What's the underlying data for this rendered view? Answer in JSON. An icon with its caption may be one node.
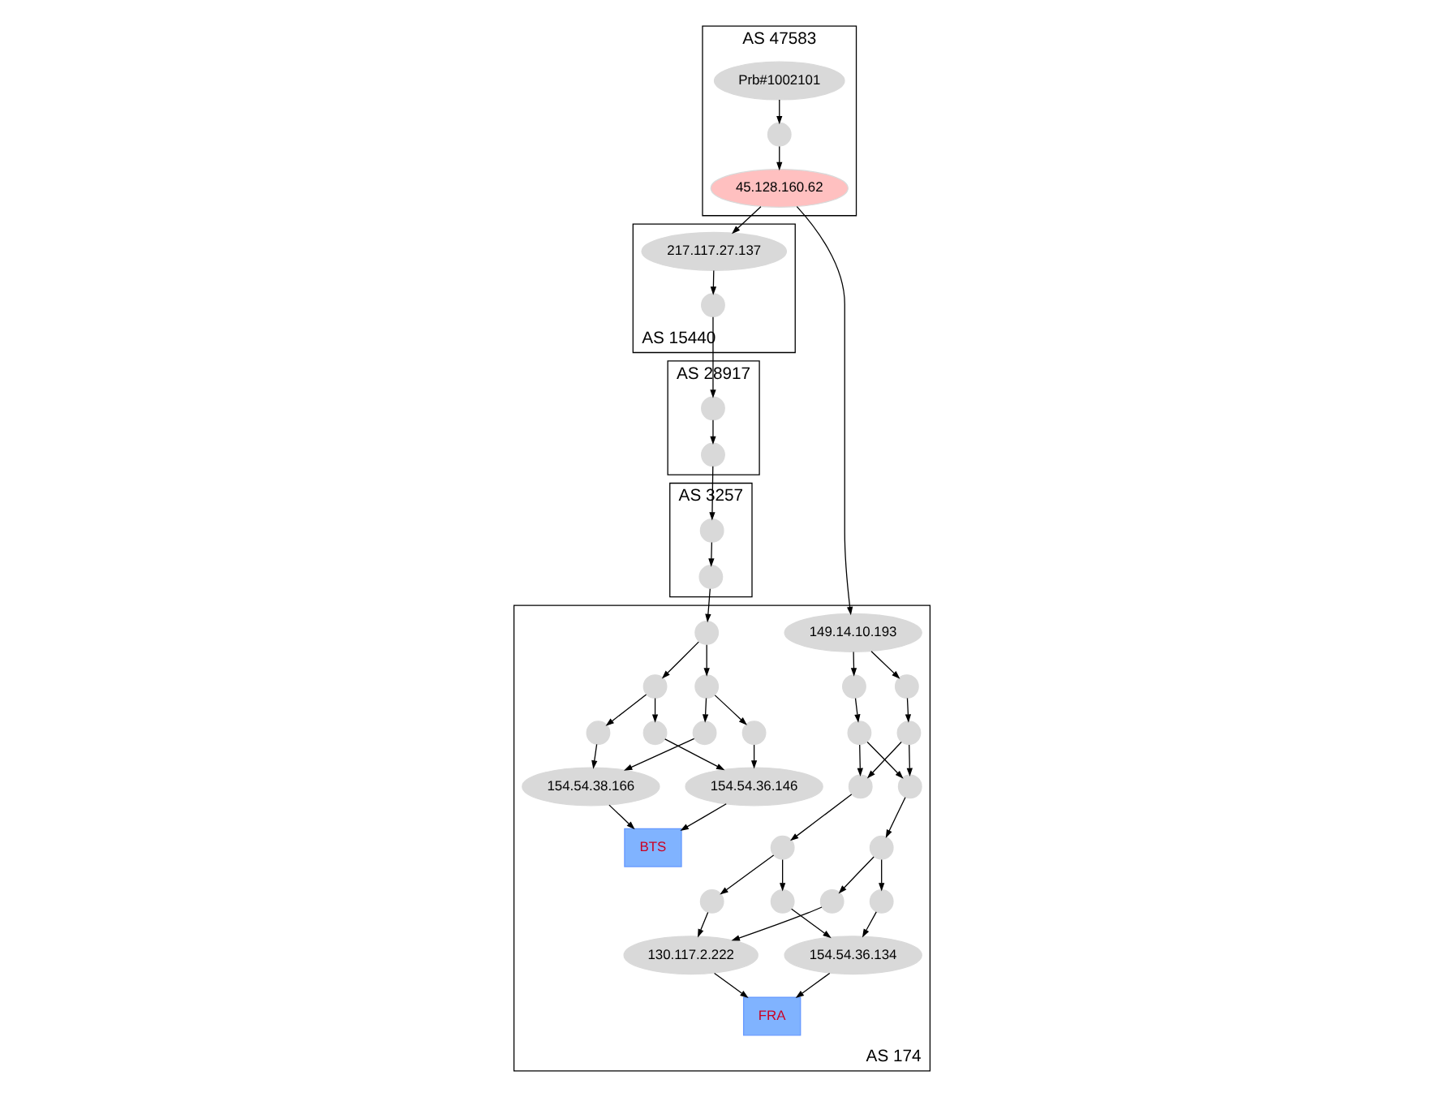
{
  "diagram": {
    "nodes": [
      {
        "text": [
          "AS 47583"
        ]
      },
      {
        "text": [
          "Prb#1002101"
        ],
        "in": 0
      },
      {
        "text": [],
        "shape": "circle",
        "in": 0
      },
      {
        "text": [
          "45.128.160.62"
        ],
        "in": 0
      },
      {
        "text": [
          "AS 15440"
        ]
      },
      {
        "text": [
          "217.117.27.137"
        ],
        "in": 4
      },
      {
        "text": [],
        "shape": "circle",
        "in": 4
      },
      {
        "text": [
          "AS 28917"
        ]
      },
      {
        "text": [],
        "shape": "circle",
        "in": 7
      },
      {
        "text": [],
        "shape": "circle",
        "in": 7
      },
      {
        "text": [
          "AS 3257"
        ]
      },
      {
        "text": [],
        "shape": "circle",
        "in": 10
      },
      {
        "text": [],
        "shape": "circle",
        "in": 10
      },
      {
        "text": [
          "AS 174"
        ]
      },
      {
        "text": [
          "149.14.10.193"
        ],
        "in": 13
      },
      {
        "text": [],
        "shape": "circle",
        "in": 13
      },
      {
        "text": [],
        "shape": "circle",
        "in": 13
      },
      {
        "text": [],
        "shape": "circle",
        "in": 13
      },
      {
        "text": [],
        "shape": "circle",
        "in": 13
      },
      {
        "text": [],
        "shape": "circle",
        "in": 13
      },
      {
        "text": [],
        "shape": "circle",
        "in": 13
      },
      {
        "text": [],
        "shape": "circle",
        "in": 13
      },
      {
        "text": [],
        "shape": "circle",
        "in": 13
      },
      {
        "text": [],
        "shape": "circle",
        "in": 13
      },
      {
        "text": [],
        "shape": "circle",
        "in": 13
      },
      {
        "text": [],
        "shape": "circle",
        "in": 13
      },
      {
        "text": [],
        "shape": "circle",
        "in": 13
      },
      {
        "text": [
          "130.117.2.222"
        ],
        "in": 13
      },
      {
        "text": [
          "154.54.36.134"
        ],
        "in": 13
      },
      {
        "text": [
          "FRA"
        ],
        "in": 13
      },
      {
        "text": [],
        "shape": "circle",
        "in": 13
      },
      {
        "text": [],
        "shape": "circle",
        "in": 13
      },
      {
        "text": [],
        "shape": "circle",
        "in": 13
      },
      {
        "text": [],
        "shape": "circle",
        "in": 13
      },
      {
        "text": [],
        "shape": "circle",
        "in": 13
      },
      {
        "text": [],
        "shape": "circle",
        "in": 13
      },
      {
        "text": [],
        "shape": "circle",
        "in": 13
      },
      {
        "text": [
          "154.54.38.166"
        ],
        "in": 13
      },
      {
        "text": [
          "154.54.36.146"
        ],
        "in": 13
      },
      {
        "text": [
          "BTS"
        ],
        "in": 13
      }
    ],
    "edges": [
      {
        "from": 1,
        "to": 2,
        "arrow": "to"
      },
      {
        "from": 2,
        "to": 3,
        "arrow": "to"
      },
      {
        "from": 3,
        "to": 5,
        "arrow": "to"
      },
      {
        "from": 3,
        "to": 14,
        "arrow": "to"
      },
      {
        "from": 5,
        "to": 6,
        "arrow": "to"
      },
      {
        "from": 6,
        "to": 8,
        "arrow": "to"
      },
      {
        "from": 8,
        "to": 9,
        "arrow": "to"
      },
      {
        "from": 9,
        "to": 11,
        "arrow": "to"
      },
      {
        "from": 11,
        "to": 12,
        "arrow": "to"
      },
      {
        "from": 14,
        "to": 15,
        "arrow": "to"
      },
      {
        "from": 14,
        "to": 16,
        "arrow": "to"
      },
      {
        "from": 15,
        "to": 17,
        "arrow": "to"
      },
      {
        "from": 16,
        "to": 18,
        "arrow": "to"
      },
      {
        "from": 17,
        "to": 19,
        "arrow": "to"
      },
      {
        "from": 17,
        "to": 20,
        "arrow": "to"
      },
      {
        "from": 18,
        "to": 19,
        "arrow": "to"
      },
      {
        "from": 18,
        "to": 20,
        "arrow": "to"
      },
      {
        "from": 19,
        "to": 21,
        "arrow": "to"
      },
      {
        "from": 20,
        "to": 22,
        "arrow": "to"
      },
      {
        "from": 21,
        "to": 23,
        "arrow": "to"
      },
      {
        "from": 21,
        "to": 24,
        "arrow": "to"
      },
      {
        "from": 22,
        "to": 25,
        "arrow": "to"
      },
      {
        "from": 22,
        "to": 26,
        "arrow": "to"
      },
      {
        "from": 23,
        "to": 27,
        "arrow": "to"
      },
      {
        "from": 24,
        "to": 28,
        "arrow": "to"
      },
      {
        "from": 25,
        "to": 27,
        "arrow": "to"
      },
      {
        "from": 26,
        "to": 28,
        "arrow": "to"
      },
      {
        "from": 27,
        "to": 29,
        "arrow": "to"
      },
      {
        "from": 28,
        "to": 29,
        "arrow": "to"
      },
      {
        "from": 12,
        "to": 30,
        "arrow": "to"
      },
      {
        "from": 30,
        "to": 31,
        "arrow": "to"
      },
      {
        "from": 30,
        "to": 32,
        "arrow": "to"
      },
      {
        "from": 31,
        "to": 33,
        "arrow": "to"
      },
      {
        "from": 31,
        "to": 34,
        "arrow": "to"
      },
      {
        "from": 32,
        "to": 35,
        "arrow": "to"
      },
      {
        "from": 32,
        "to": 36,
        "arrow": "to"
      },
      {
        "from": 33,
        "to": 37,
        "arrow": "to"
      },
      {
        "from": 34,
        "to": 38,
        "arrow": "to"
      },
      {
        "from": 35,
        "to": 37,
        "arrow": "to"
      },
      {
        "from": 36,
        "to": 38,
        "arrow": "to"
      },
      {
        "from": 37,
        "to": 39,
        "arrow": "to"
      },
      {
        "from": 38,
        "to": 39,
        "arrow": "to"
      }
    ]
  }
}
